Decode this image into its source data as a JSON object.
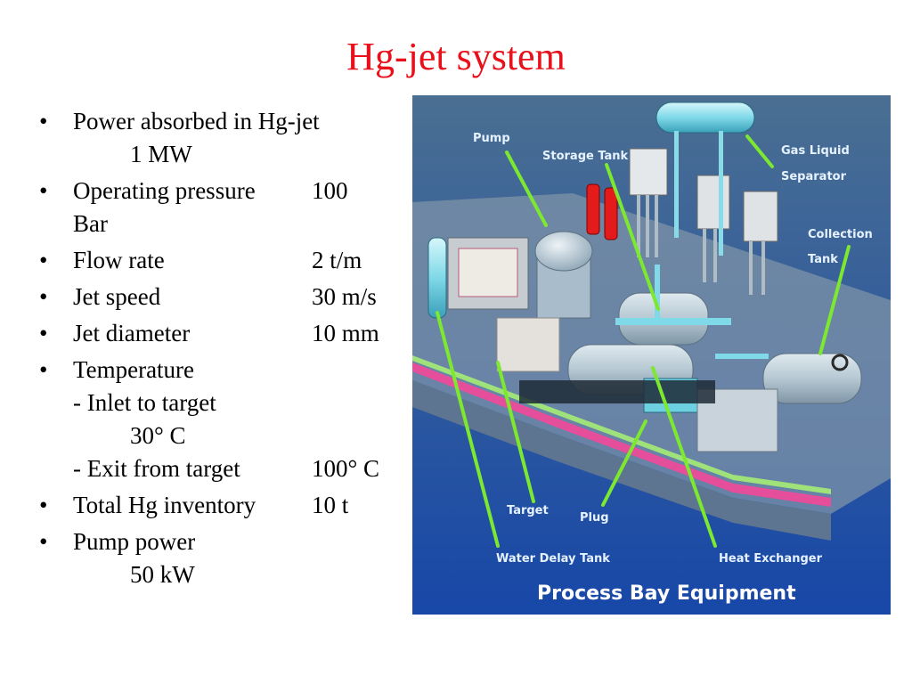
{
  "slide": {
    "title": "Hg-jet system"
  },
  "bullets": {
    "power": {
      "label": "Power absorbed in Hg-jet",
      "value": "1 MW"
    },
    "pressure": {
      "label": "Operating pressure",
      "value": "100",
      "value_cont": "Bar"
    },
    "flow": {
      "label": "Flow rate",
      "value": "2 t/m"
    },
    "speed": {
      "label": "Jet speed",
      "value": "30 m/s"
    },
    "diameter": {
      "label": "Jet diameter",
      "value": "10 mm"
    },
    "temperature": {
      "label": "Temperature",
      "inlet_label": "- Inlet to target",
      "inlet_value": "30° C",
      "exit_label": "- Exit from target",
      "exit_value": "100° C"
    },
    "inventory": {
      "label": "Total Hg inventory",
      "value": "10 t"
    },
    "pump": {
      "label": "Pump power",
      "value": "50 kW"
    }
  },
  "figure": {
    "labels": {
      "pump": "Pump",
      "storage_tank": "Storage Tank",
      "gas_liquid_1": "Gas Liquid",
      "gas_liquid_2": "Separator",
      "collection_1": "Collection",
      "collection_2": "Tank",
      "target": "Target",
      "plug": "Plug",
      "water_delay_tank": "Water Delay Tank",
      "heat_exchanger": "Heat Exchanger"
    },
    "caption": "Process Bay Equipment",
    "colors": {
      "arrow": "#7de830",
      "background_top": "#4a6f92",
      "background_bottom": "#1747a8"
    }
  }
}
